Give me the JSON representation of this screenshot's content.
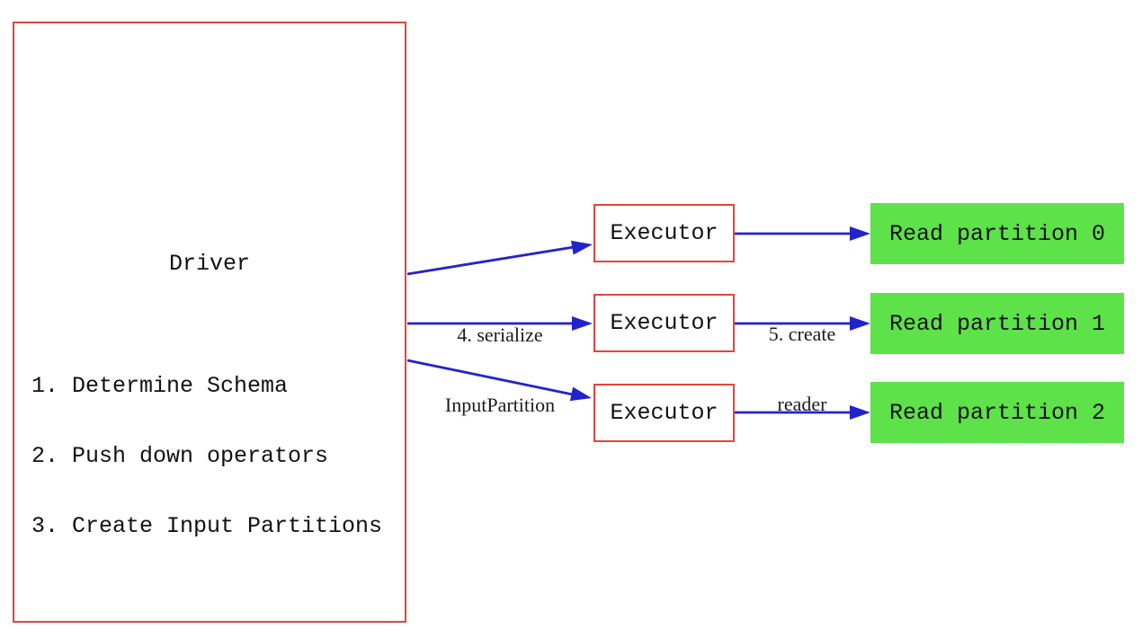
{
  "diagram": {
    "driver": {
      "title": "Driver",
      "steps_line1": "1. Determine Schema",
      "steps_line2": "2. Push down operators",
      "steps_line3": "3. Create Input Partitions"
    },
    "executors": [
      {
        "label": "Executor"
      },
      {
        "label": "Executor"
      },
      {
        "label": "Executor"
      }
    ],
    "partitions": [
      {
        "label": "Read partition 0"
      },
      {
        "label": "Read partition 1"
      },
      {
        "label": "Read partition 2"
      }
    ],
    "arrow_labels": {
      "serialize_line1": "4. serialize",
      "serialize_line2": "InputPartition",
      "reader_line1": "5. create",
      "reader_line2": "reader"
    },
    "colors": {
      "box_border_red": "#e6443c",
      "arrow_blue": "#2323cb",
      "partition_green": "#5de249",
      "text_black": "#111111",
      "background": "#ffffff"
    }
  }
}
